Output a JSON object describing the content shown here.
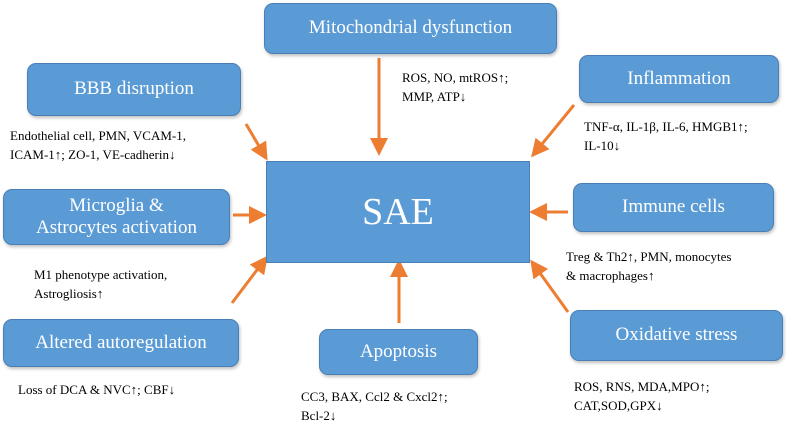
{
  "colors": {
    "box_fill": "#5b9bd5",
    "box_border": "#4a7fb5",
    "arrow": "#ed7d31",
    "text_on_box": "#ffffff",
    "text": "#000000"
  },
  "center": {
    "label": "SAE"
  },
  "nodes": {
    "mitochondrial": {
      "title": "Mitochondrial dysfunction",
      "desc": [
        "ROS, NO, mtROS↑;",
        "MMP, ATP↓"
      ]
    },
    "bbb": {
      "title": "BBB disruption",
      "desc": [
        "Endothelial cell, PMN, VCAM-1,",
        "ICAM-1↑; ZO-1, VE-cadherin↓"
      ]
    },
    "inflammation": {
      "title": "Inflammation",
      "desc": [
        "TNF-α, IL-1β, IL-6, HMGB1↑;",
        "IL-10↓"
      ]
    },
    "microglia": {
      "title_lines": [
        "Microglia &",
        "Astrocytes activation"
      ],
      "desc": [
        "M1 phenotype activation,",
        "Astrogliosis↑"
      ]
    },
    "immune": {
      "title": "Immune cells",
      "desc": [
        "Treg & Th2↑, PMN, monocytes",
        "& macrophages↑"
      ]
    },
    "autoregulation": {
      "title": "Altered autoregulation",
      "desc": [
        "Loss of DCA & NVC↑; CBF↓"
      ]
    },
    "apoptosis": {
      "title": "Apoptosis",
      "desc": [
        "CC3, BAX, Ccl2 & Cxcl2↑;",
        "Bcl-2↓"
      ]
    },
    "oxidative": {
      "title": "Oxidative stress",
      "desc": [
        "ROS, RNS, MDA,MPO↑;",
        "CAT,SOD,GPX↓"
      ]
    }
  }
}
